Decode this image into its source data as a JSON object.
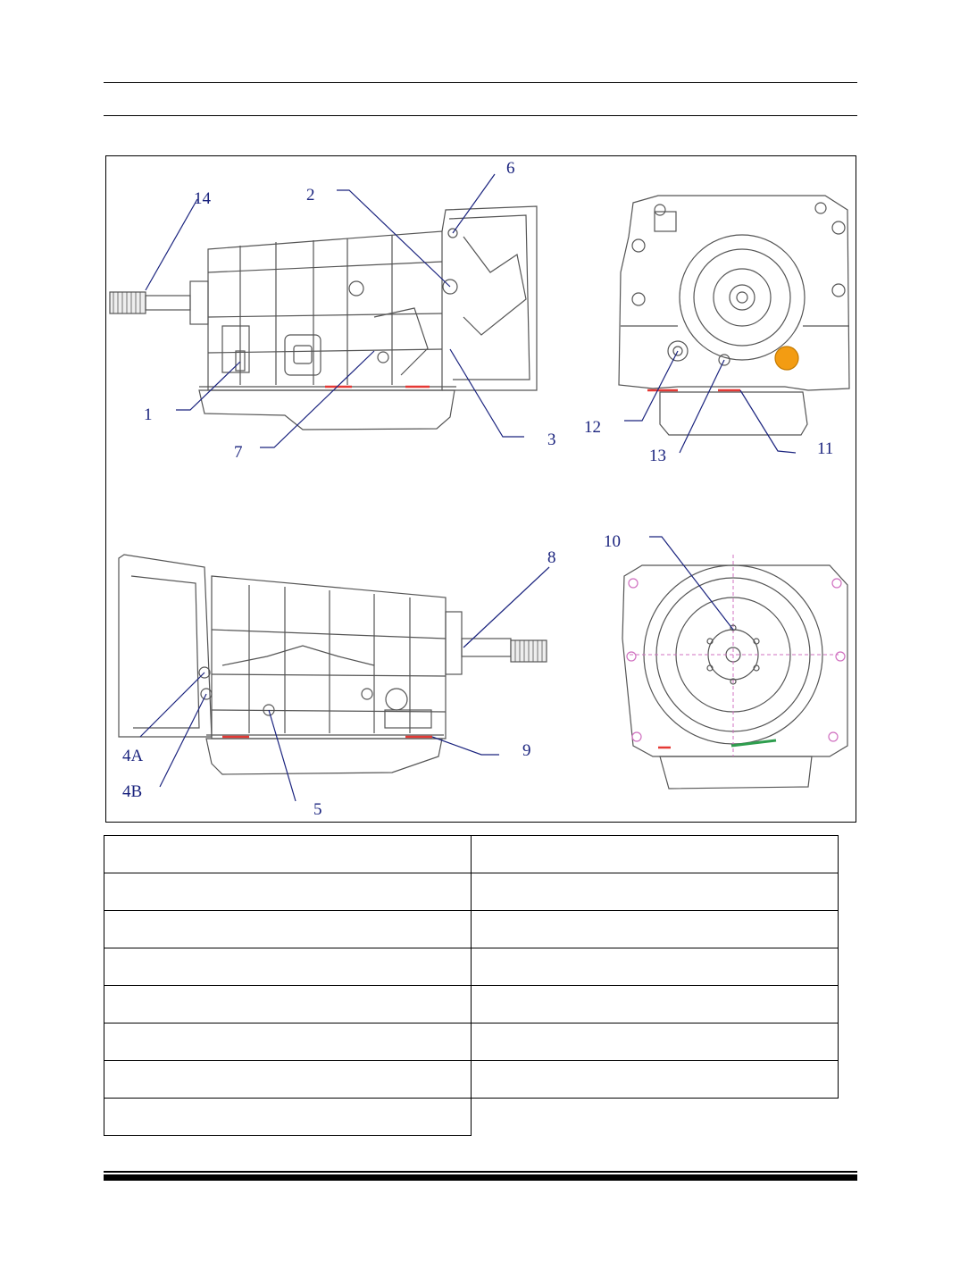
{
  "diagram": {
    "callouts": {
      "c14": "14",
      "c2": "2",
      "c6": "6",
      "c1": "1",
      "c7": "7",
      "c3": "3",
      "c12": "12",
      "c13": "13",
      "c11": "11",
      "c10": "10",
      "c8": "8",
      "c4a": "4A",
      "c4b": "4B",
      "c5": "5",
      "c9": "9"
    },
    "colors": {
      "callout": "#1a237e",
      "line": "#555555",
      "accent_red": "#e53935",
      "accent_orange": "#f39c12",
      "accent_magenta": "#d070c0",
      "accent_green": "#2e9e4e"
    }
  },
  "legend_table": {
    "rows": [
      [
        "",
        ""
      ],
      [
        "",
        ""
      ],
      [
        "",
        ""
      ],
      [
        "",
        ""
      ],
      [
        "",
        ""
      ],
      [
        "",
        ""
      ],
      [
        "",
        ""
      ],
      [
        ""
      ]
    ]
  }
}
